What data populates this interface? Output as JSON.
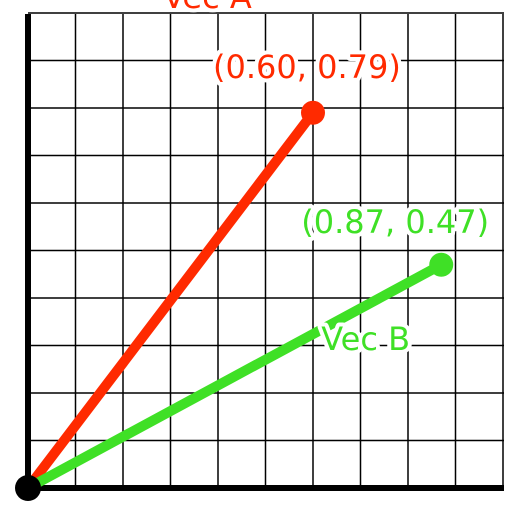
{
  "chart_data": {
    "type": "line",
    "xlim": [
      0,
      1.0
    ],
    "ylim": [
      0,
      1.0
    ],
    "grid": true,
    "series": [
      {
        "name": "Vec A",
        "x": [
          0,
          0.6
        ],
        "y": [
          0,
          0.79
        ],
        "coord_label": "(0.60, 0.79)",
        "color": "#ff2a00"
      },
      {
        "name": "Vec B",
        "x": [
          0,
          0.87
        ],
        "y": [
          0,
          0.47
        ],
        "coord_label": "(0.87, 0.47)",
        "color": "#3fe026"
      }
    ]
  },
  "colors": {
    "axis": "#000000",
    "grid": "#000000",
    "background": "#ffffff"
  }
}
